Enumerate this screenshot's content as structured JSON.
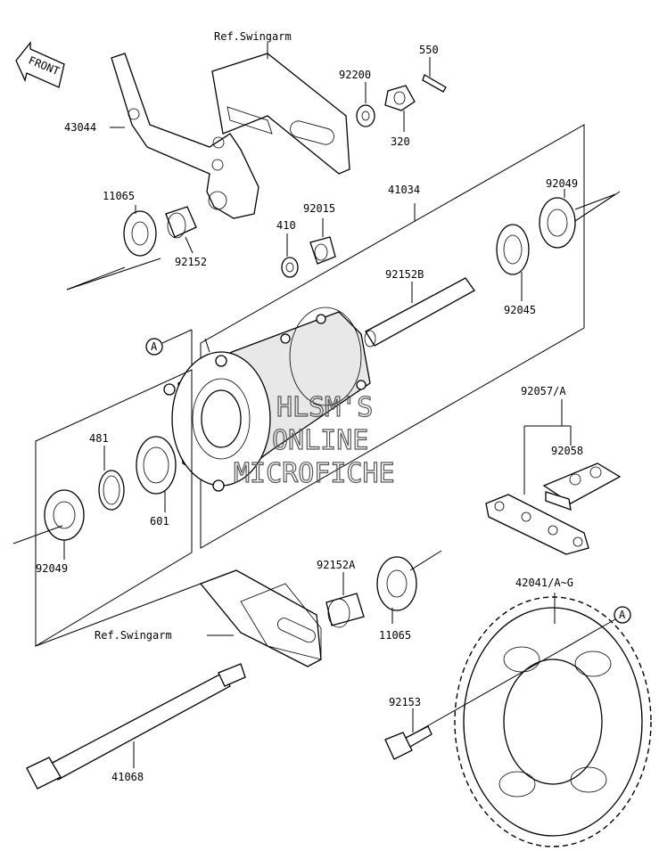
{
  "front_badge": "FRONT",
  "watermark": {
    "line1": "HLSM'S",
    "line2": "ONLINE",
    "line3": "MICROFICHE"
  },
  "callouts": {
    "a_top": "A",
    "a_right": "A"
  },
  "labels": {
    "ref_swingarm_top": "Ref.Swingarm",
    "ref_swingarm_bottom": "Ref.Swingarm",
    "p43044": "43044",
    "p11065_top": "11065",
    "p92152": "92152",
    "p410": "410",
    "p92015": "92015",
    "p92200": "92200",
    "p550": "550",
    "p320": "320",
    "p41034": "41034",
    "p92049_top": "92049",
    "p92152B": "92152B",
    "p92045": "92045",
    "p481": "481",
    "p601": "601",
    "p92049_bottom": "92049",
    "p92057A": "92057/A",
    "p92058": "92058",
    "p92152A": "92152A",
    "p11065_bottom": "11065",
    "p42041AG": "42041/A~G",
    "p92153": "92153",
    "p41068": "41068"
  }
}
